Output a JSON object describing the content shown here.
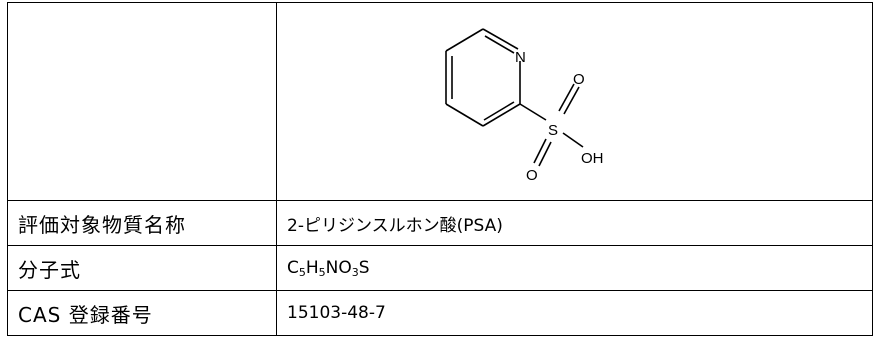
{
  "structure": {
    "atoms": {
      "n": "N",
      "s": "S",
      "o_top": "O",
      "o_bottom": "O",
      "oh": "OH"
    }
  },
  "rows": [
    {
      "label": "評価対象物質名称",
      "value": "2-ピリジンスルホン酸(PSA)"
    },
    {
      "label": "分子式",
      "formula": [
        {
          "t": "C"
        },
        {
          "t": "5",
          "sub": true
        },
        {
          "t": "H"
        },
        {
          "t": "5",
          "sub": true
        },
        {
          "t": "NO"
        },
        {
          "t": "3",
          "sub": true
        },
        {
          "t": "S"
        }
      ]
    },
    {
      "label": "CAS 登録番号",
      "value": "15103-48-7"
    }
  ]
}
